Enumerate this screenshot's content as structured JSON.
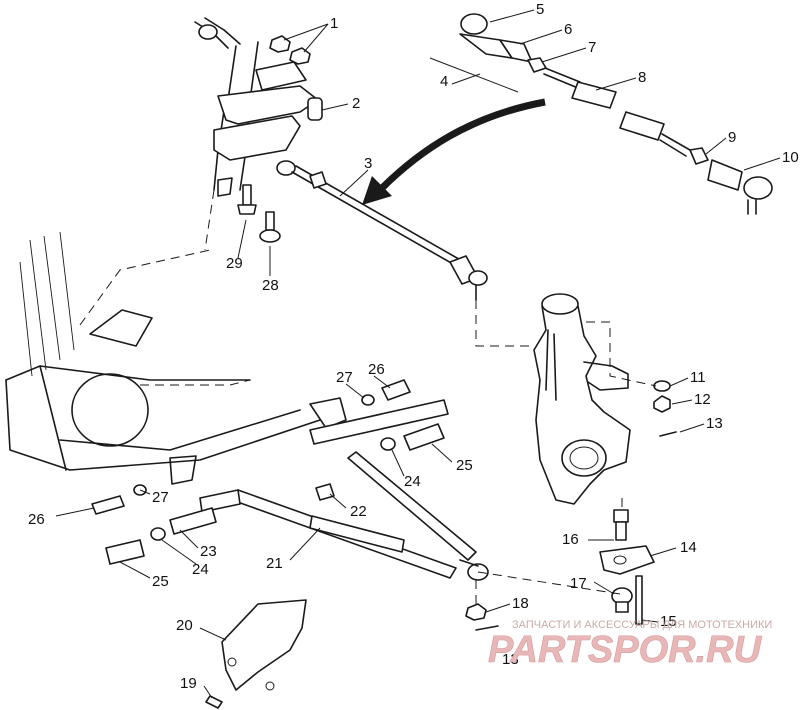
{
  "callouts": [
    {
      "id": "1",
      "label": "1"
    },
    {
      "id": "2",
      "label": "2"
    },
    {
      "id": "3",
      "label": "3"
    },
    {
      "id": "4",
      "label": "4"
    },
    {
      "id": "5",
      "label": "5"
    },
    {
      "id": "6",
      "label": "6"
    },
    {
      "id": "7",
      "label": "7"
    },
    {
      "id": "8",
      "label": "8"
    },
    {
      "id": "9",
      "label": "9"
    },
    {
      "id": "10",
      "label": "10"
    },
    {
      "id": "11",
      "label": "11"
    },
    {
      "id": "12",
      "label": "12"
    },
    {
      "id": "13a",
      "label": "13"
    },
    {
      "id": "13b",
      "label": "13"
    },
    {
      "id": "14",
      "label": "14"
    },
    {
      "id": "15",
      "label": "15"
    },
    {
      "id": "16",
      "label": "16"
    },
    {
      "id": "17",
      "label": "17"
    },
    {
      "id": "18",
      "label": "18"
    },
    {
      "id": "19",
      "label": "19"
    },
    {
      "id": "20",
      "label": "20"
    },
    {
      "id": "21",
      "label": "21"
    },
    {
      "id": "22",
      "label": "22"
    },
    {
      "id": "23",
      "label": "23"
    },
    {
      "id": "24a",
      "label": "24"
    },
    {
      "id": "24b",
      "label": "24"
    },
    {
      "id": "25a",
      "label": "25"
    },
    {
      "id": "25b",
      "label": "25"
    },
    {
      "id": "26a",
      "label": "26"
    },
    {
      "id": "26b",
      "label": "26"
    },
    {
      "id": "27a",
      "label": "27"
    },
    {
      "id": "27b",
      "label": "27"
    },
    {
      "id": "28",
      "label": "28"
    },
    {
      "id": "29",
      "label": "29"
    }
  ],
  "watermark": {
    "tagline": "ЗАПЧАСТИ И АКСЕССУАРЫ ДЛЯ МОТОТЕХНИКИ",
    "logo": "PARTSPOR.RU"
  },
  "colors": {
    "line": "#1a1a1a",
    "watermark": "#e8b7b7"
  }
}
